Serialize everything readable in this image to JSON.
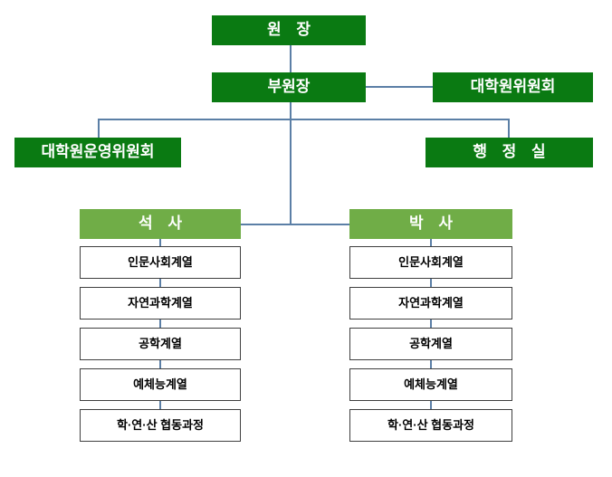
{
  "chart": {
    "title_absent": true,
    "type": "organization-chart",
    "colors": {
      "dark_green": "#0a7a12",
      "light_green": "#70ad47",
      "connector_blue": "#5b7fa6",
      "box_border": "#3f3f3f",
      "background": "#ffffff",
      "dark_text": "#ffffff",
      "plain_text": "#000000"
    },
    "nodes": {
      "director": "원  장",
      "vice_director": "부원장",
      "graduate_committee": "대학원위원회",
      "graduate_operating_committee": "대학원운영위원회",
      "administration_office": "행 정 실",
      "masters": "석  사",
      "doctorate": "박  사"
    },
    "masters_programs": [
      "인문사회계열",
      "자연과학계열",
      "공학계열",
      "예체능계열",
      "학·연·산 협동과정"
    ],
    "doctorate_programs": [
      "인문사회계열",
      "자연과학계열",
      "공학계열",
      "예체능계열",
      "학·연·산 협동과정"
    ]
  }
}
